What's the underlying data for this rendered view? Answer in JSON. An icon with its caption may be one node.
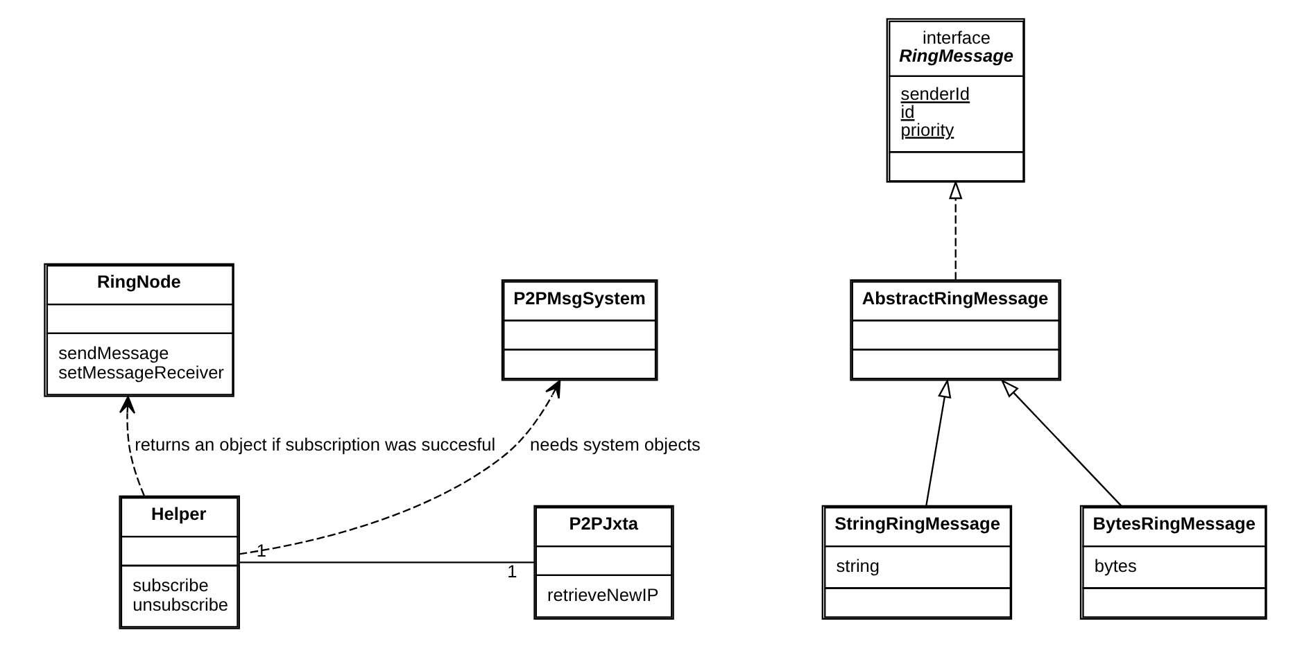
{
  "diagram": {
    "nodes": [
      {
        "text": [
          "RingNode",
          "sendMessage",
          "setMessageReceiver"
        ]
      },
      {
        "text": [
          "Helper",
          "subscribe",
          "unsubscribe"
        ]
      },
      {
        "text": [
          "P2PJxta",
          "retrieveNewIP"
        ]
      },
      {
        "text": [
          "P2PMsgSystem"
        ]
      },
      {
        "text": [
          "interface",
          "RingMessage",
          "senderId",
          "id",
          "priority"
        ]
      },
      {
        "text": [
          "AbstractRingMessage"
        ]
      },
      {
        "text": [
          "StringRingMessage",
          "string"
        ]
      },
      {
        "text": [
          "BytesRingMessage",
          "bytes"
        ]
      }
    ],
    "edges": [
      {
        "from": 1,
        "to": 0,
        "arrow": "to",
        "style": "dashed",
        "label": "returns an object if subscription was succesful"
      },
      {
        "from": 1,
        "to": 2,
        "arrow": "none"
      },
      {
        "from": 1,
        "to": 3,
        "arrow": "to",
        "style": "dashed",
        "label": "needs system objects"
      },
      {
        "from": 5,
        "to": 4,
        "arrow": "to",
        "style": "dashed"
      },
      {
        "from": 6,
        "to": 5,
        "arrow": "to"
      },
      {
        "from": 7,
        "to": 5,
        "arrow": "to"
      }
    ],
    "labels": [
      "1",
      "1"
    ]
  }
}
